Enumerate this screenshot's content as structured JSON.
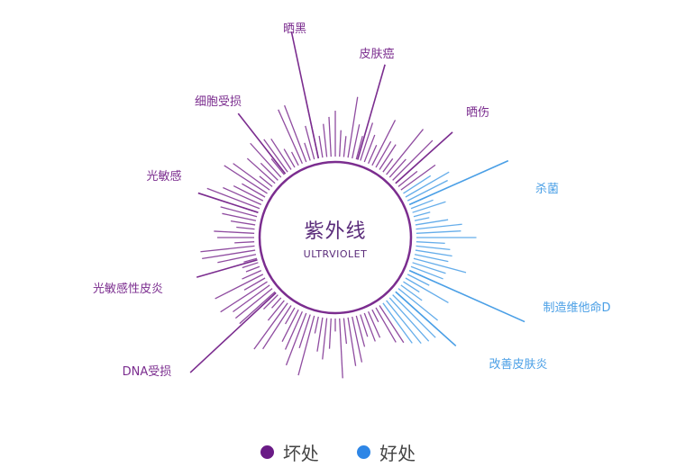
{
  "center": {
    "title": "紫外线",
    "subtitle": "ULTRVIOLET"
  },
  "colors": {
    "harm": "#7b2d8f",
    "benefit": "#4a9fe6",
    "harm_dot": "#6a1b86",
    "benefit_dot": "#2e86e6"
  },
  "harms": [
    {
      "id": "sunburn-black",
      "label": "晒黑"
    },
    {
      "id": "skin-cancer",
      "label": "皮肤癌"
    },
    {
      "id": "sun-damage",
      "label": "晒伤"
    },
    {
      "id": "cell-damage",
      "label": "细胞受损"
    },
    {
      "id": "photosensitivity",
      "label": "光敏感"
    },
    {
      "id": "photosensitive-dermatitis",
      "label": "光敏感性皮炎"
    },
    {
      "id": "dna-damage",
      "label": "DNA受损"
    }
  ],
  "benefits": [
    {
      "id": "sterilize",
      "label": "杀菌"
    },
    {
      "id": "vitamin-d",
      "label": "制造维他命D"
    },
    {
      "id": "improve-dermatitis",
      "label": "改善皮肤炎"
    }
  ],
  "legend": {
    "harm_label": "坏处",
    "benefit_label": "好处"
  }
}
